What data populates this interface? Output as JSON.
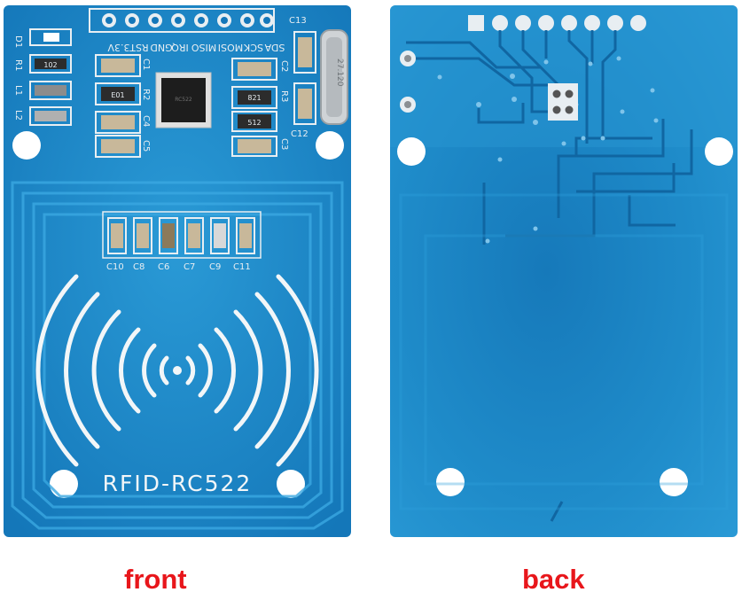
{
  "colors": {
    "pcb": "#1b86c7",
    "pcb_light": "#2a9ad6",
    "pcb_dark": "#0f6aa6",
    "silkscreen": "#e8eef2",
    "caption": "#e8161b",
    "pad_silver": "#d9dde0"
  },
  "front": {
    "module_label": "RFID-RC522",
    "pin_labels": [
      "3.3V",
      "RST",
      "GND",
      "IRQ",
      "MISO",
      "MOSI",
      "SCK",
      "SDA"
    ],
    "left_component_labels": [
      "D1",
      "R1",
      "L1",
      "L2"
    ],
    "top_component_labels": [
      "C1",
      "R2",
      "C4",
      "C5",
      "C2",
      "R3",
      "C3",
      "C13",
      "C12"
    ],
    "capacitor_row_labels": [
      "C10",
      "C8",
      "C6",
      "C7",
      "C9",
      "C11"
    ],
    "part_markings": [
      "102",
      "E01",
      "821",
      "512"
    ],
    "crystal_marking": "27.120"
  },
  "captions": {
    "front": "front",
    "back": "back"
  }
}
